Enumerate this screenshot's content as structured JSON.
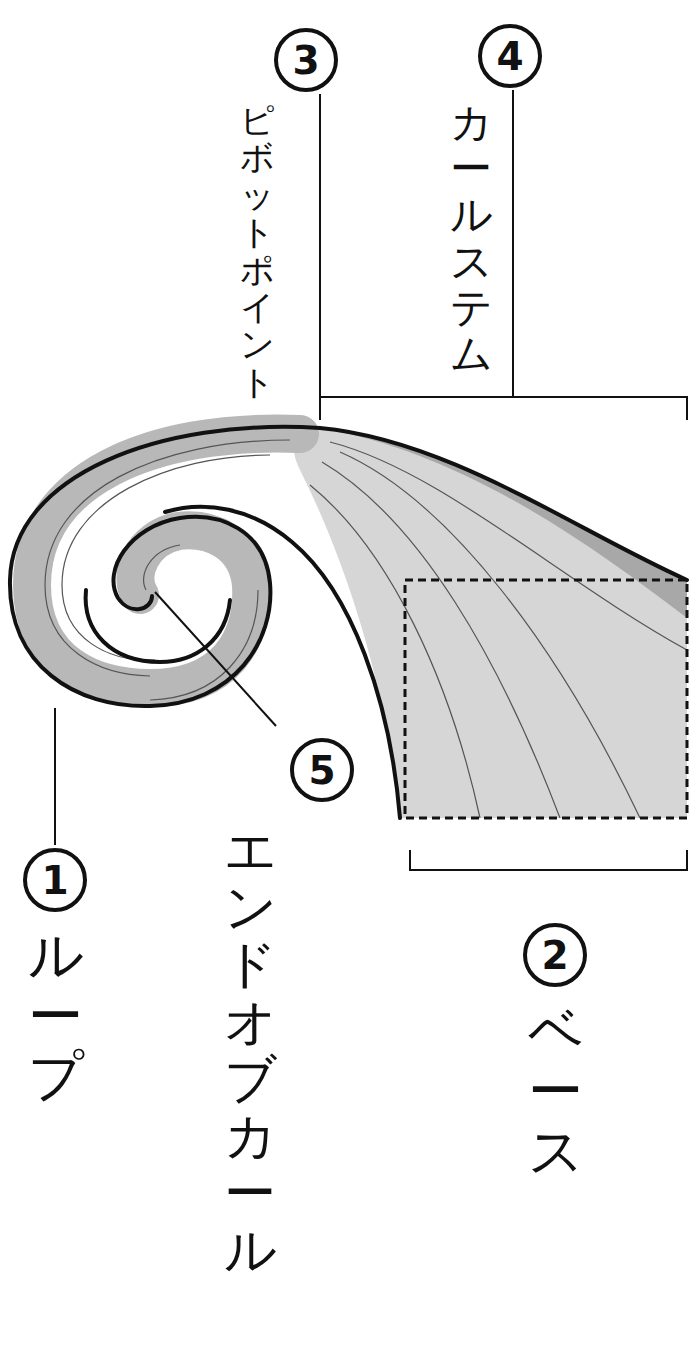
{
  "diagram": {
    "labels": [
      "4",
      "カールステム",
      "3",
      "ピボットポイント",
      "5",
      "エンドオブカール",
      "1",
      "ループ",
      "2",
      "ベース"
    ]
  }
}
